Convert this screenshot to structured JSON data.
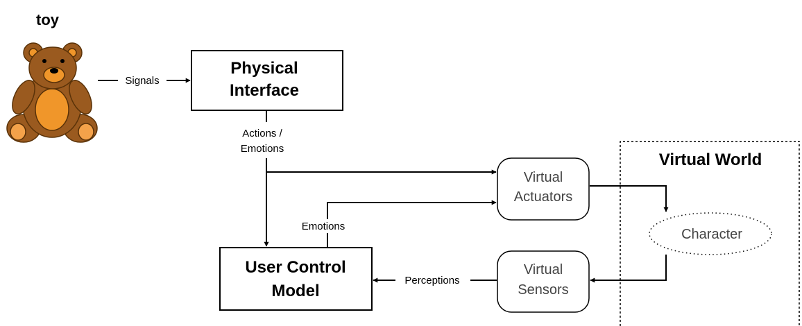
{
  "toy_label": "toy",
  "nodes": {
    "physical_interface": [
      "Physical",
      "Interface"
    ],
    "user_control_model": [
      "User Control",
      "Model"
    ],
    "virtual_actuators": [
      "Virtual",
      "Actuators"
    ],
    "virtual_sensors": [
      "Virtual",
      "Sensors"
    ],
    "character": "Character",
    "virtual_world": "Virtual World"
  },
  "edges": {
    "signals": "Signals",
    "actions_emotions": [
      "Actions /",
      "Emotions"
    ],
    "emotions": "Emotions",
    "perceptions": "Perceptions"
  },
  "colors": {
    "bear_body": "#9a5a1f",
    "bear_outline": "#5a3208",
    "bear_belly": "#f0962a",
    "bear_paw": "#f4a24a"
  }
}
